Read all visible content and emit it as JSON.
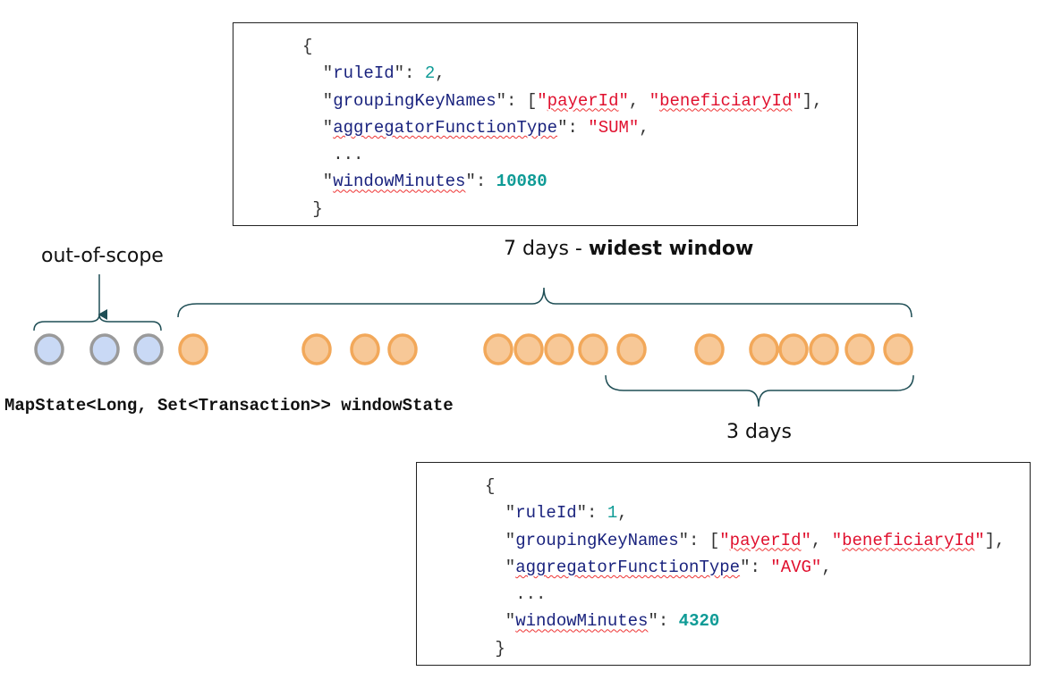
{
  "rule_wide": {
    "ruleId": "2",
    "grouping_key_a": "payerId",
    "grouping_key_b": "beneficiaryId",
    "aggregator": "SUM",
    "ellipsis": "...",
    "windowMinutes": "10080"
  },
  "rule_narrow": {
    "ruleId": "1",
    "grouping_key_a": "payerId",
    "grouping_key_b": "beneficiaryId",
    "aggregator": "AVG",
    "ellipsis": "...",
    "windowMinutes": "4320"
  },
  "keys": {
    "ruleId": "ruleId",
    "groupingKeyNames": "groupingKeyNames",
    "aggregatorFunctionType": "aggregatorFunctionType",
    "windowMinutes": "windowMinutes"
  },
  "labels": {
    "out_of_scope": "out-of-scope",
    "seven_days_prefix": "7 days - ",
    "seven_days_bold": "widest window",
    "three_days": "3 days",
    "state": "MapState<Long, Set<Transaction>> windowState"
  },
  "events": {
    "out_of_scope_count": 3,
    "in_window_count": 15
  },
  "colors": {
    "out_fill": "#c9d9f5",
    "out_stroke": "#9a9a9a",
    "in_fill": "#f7c897",
    "in_stroke": "#f2a85a",
    "bracket": "#1f4e55"
  }
}
